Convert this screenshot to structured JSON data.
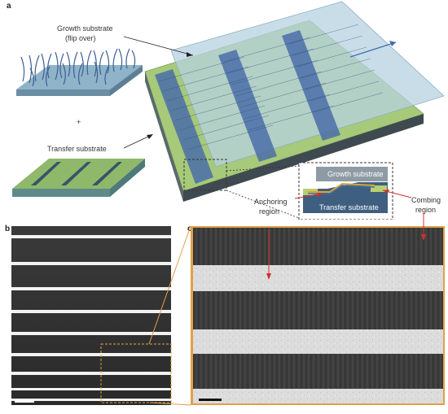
{
  "panels": {
    "a": "a",
    "b": "b",
    "c": "c"
  },
  "panel_a": {
    "growth_label_line1": "Growth substrate",
    "growth_label_line2": "(flip over)",
    "plus": "+",
    "transfer_label": "Transfer substrate",
    "inset": {
      "growth": "Growth substrate",
      "transfer": "Transfer substrate"
    },
    "anchoring_line1": "Anchoring",
    "anchoring_line2": "region",
    "combing_line1": "Combing",
    "combing_line2": "region"
  },
  "colors": {
    "substrate_green": "#9ec46a",
    "substrate_blue": "#a9c7d6",
    "nanotube_blue": "#4a6fa8",
    "zoom_orange": "#e0a04a"
  }
}
